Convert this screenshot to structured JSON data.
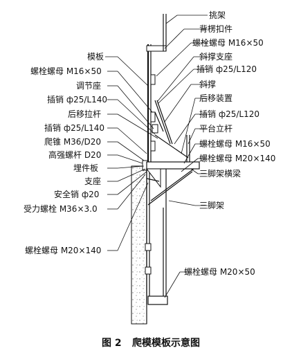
{
  "labels": {
    "tiaojia": "挑架",
    "beiluo_koujian": "背楞扣件",
    "bolt_m16_top": "螺栓螺母 M16×50",
    "xiecheng_zhizuo": "斜撑支座",
    "chaxiao_l120_top": "插销 ф25/L120",
    "xiecheng": "斜撑",
    "houyi_zhuangzhi": "后移装置",
    "chaxiao_l120_mid": "插销 ф25/L120",
    "pingtai_ligan": "平台立杆",
    "bolt_m16_right": "螺栓螺母 M16×50",
    "bolt_m20x140_right": "螺栓螺母 M20×140",
    "sanjiaojia_hengliang": "三脚架横梁",
    "sanjiaojia": "三脚架",
    "bolt_m20x50": "螺栓螺母 M20×50",
    "muban": "模板",
    "bolt_m16_left": "螺栓螺母 M16×50",
    "tiaojiezuo": "调节座",
    "chaxiao_l140_top": "插销 ф25/L140",
    "houyi_lagan": "后移拉杆",
    "chaxiao_l140_bot": "插销 ф25/L140",
    "pazhui": "爬锥 M36/D20",
    "gaoqiang_luogan": "高强螺杆 D20",
    "maijianban": "埋件板",
    "zhizuo": "支座",
    "anquanxiao": "安全销 ф20",
    "shouli_luoshuan": "受力螺栓 M36×3.0",
    "bolt_m20x140_left": "螺栓螺母 M20×140"
  },
  "caption": {
    "number": "图 2",
    "title": "爬模模板示意图"
  }
}
